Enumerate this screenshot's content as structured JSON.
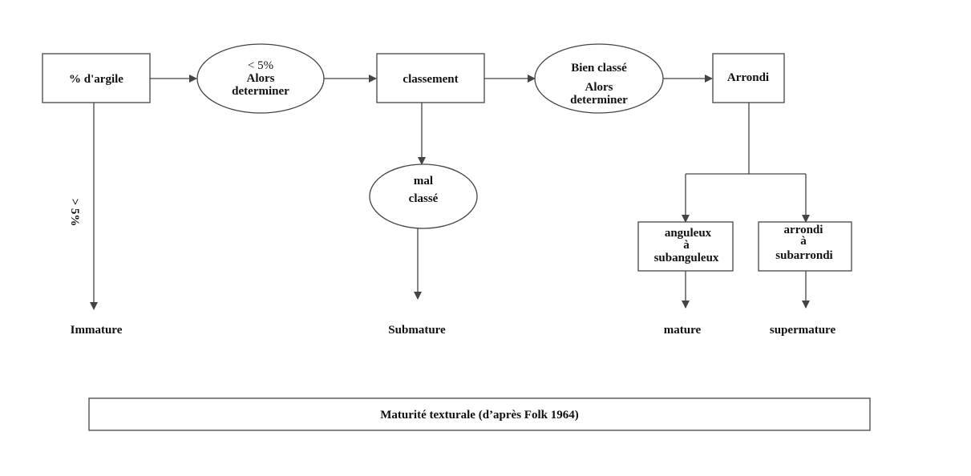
{
  "nodes": {
    "argile": "% d'argile",
    "less5_line1": "< 5%",
    "less5_line2": "Alors",
    "less5_line3": "determiner",
    "classement": "classement",
    "bien_line1": "Bien classé",
    "bien_line2": "Alors",
    "bien_line3": "determiner",
    "arrondi": "Arrondi",
    "mal_line1": "mal",
    "mal_line2": "classé",
    "angul_line1": "anguleux",
    "angul_line2": "à",
    "angul_line3": "subanguleux",
    "arr_line1": "arrondi",
    "arr_line2": "à",
    "arr_line3": "subarrondi"
  },
  "edge_labels": {
    "more5": "> 5%"
  },
  "outcomes": {
    "immature": "Immature",
    "submature": "Submature",
    "mature": "mature",
    "supermature": "supermature"
  },
  "caption": "Maturité texturale (d’après Folk 1964)"
}
